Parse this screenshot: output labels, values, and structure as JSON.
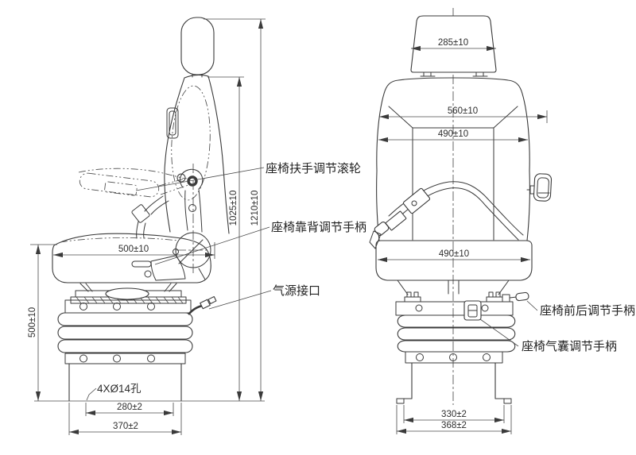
{
  "page": {
    "background": "#ffffff",
    "line_color": "#3a3a3a"
  },
  "side_view": {
    "dim_cushion_depth": "500±10",
    "dim_seat_height": "500±10",
    "dim_backrest_height": "1025±10",
    "dim_overall_height": "1210±10",
    "dim_hole_spacing": "280±2",
    "dim_base_width": "370±2",
    "note_mount_holes": "4XØ14孔",
    "label_armrest_roller": "座椅扶手调节滚轮",
    "label_backrest_handle": "座椅靠背调节手柄",
    "label_air_inlet": "气源接口"
  },
  "front_view": {
    "dim_headrest_width": "285±10",
    "dim_backrest_width": "560±10",
    "dim_backrest_inner_width": "490±10",
    "dim_cushion_width": "490±10",
    "dim_base_inner_width": "330±2",
    "dim_base_outer_width": "368±2",
    "label_fore_aft_handle": "座椅前后调节手柄",
    "label_air_spring_handle": "座椅气囊调节手柄"
  }
}
